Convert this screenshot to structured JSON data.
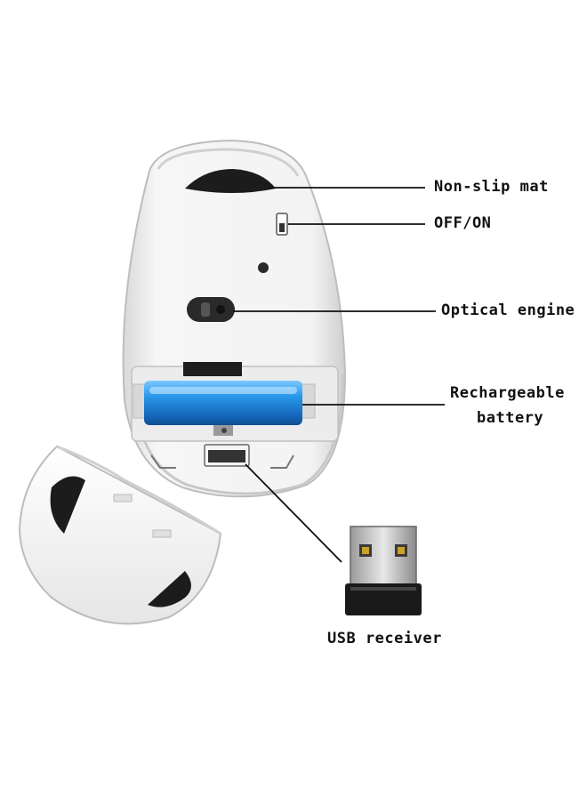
{
  "labels": {
    "non_slip_mat": "Non-slip mat",
    "off_on": "OFF/ON",
    "optical_engine": "Optical engine",
    "battery_line1": "Rechargeable",
    "battery_line2": "battery",
    "usb_receiver": "USB receiver"
  },
  "colors": {
    "mouse_body": "#f1f1f1",
    "battery": "#1e8fe0",
    "dark_part": "#1c1c1c",
    "leader_line": "#111111"
  }
}
